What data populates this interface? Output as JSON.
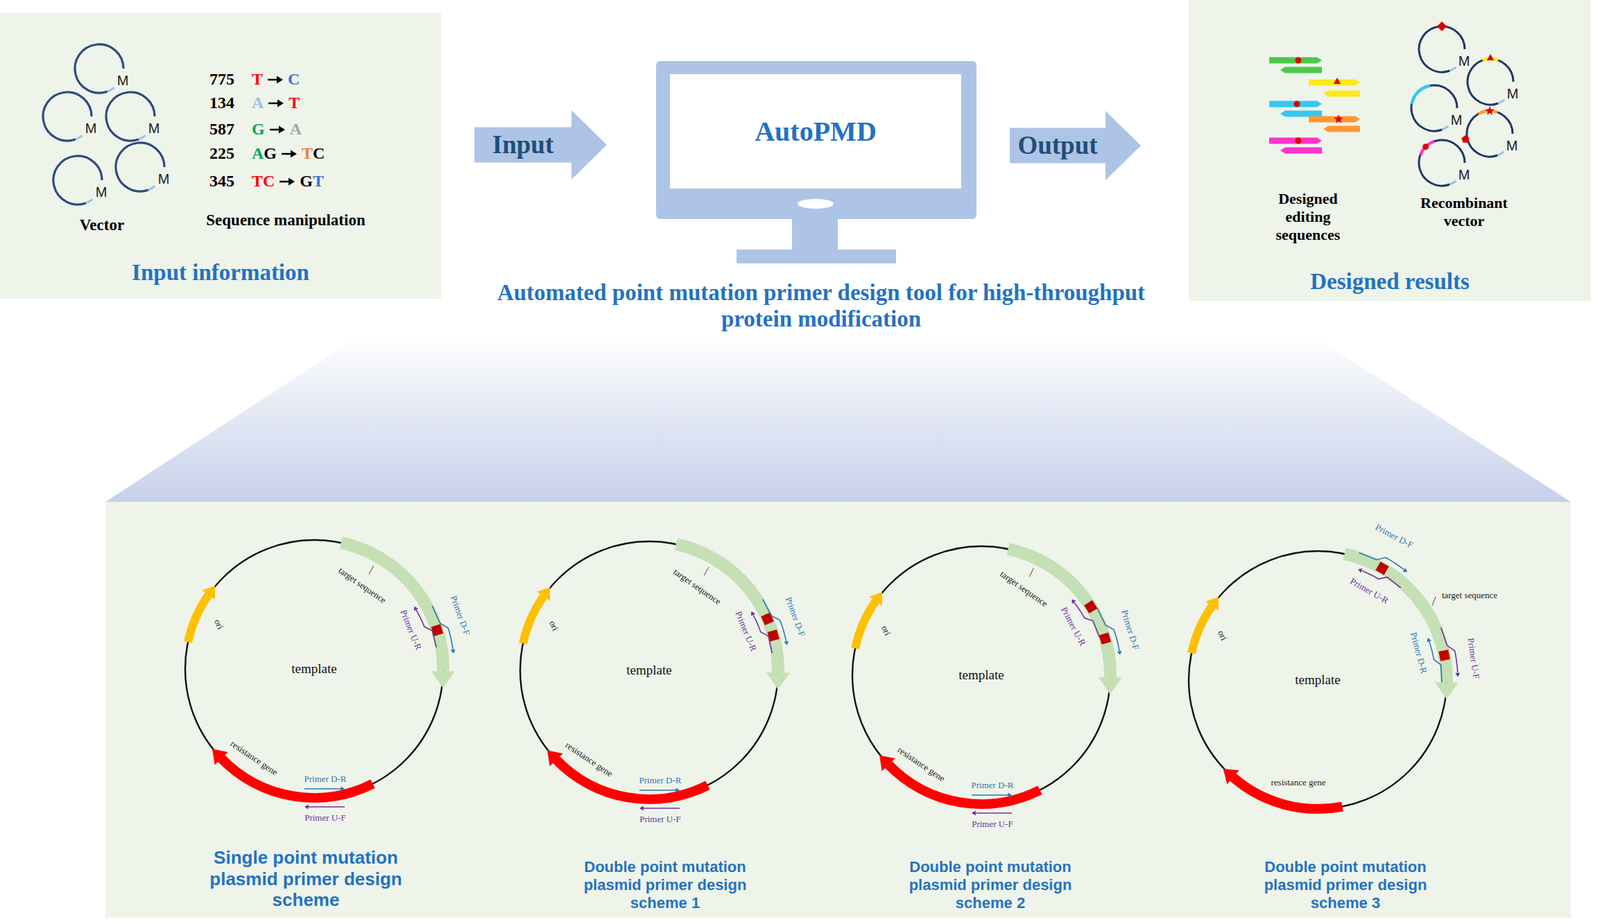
{
  "diagram": {
    "title": "Automated point mutation primer design tool for high-throughput protein modification",
    "nodes": [
      {
        "text": [
          "Input information"
        ]
      },
      {
        "text": [
          "AutoPMD"
        ]
      },
      {
        "text": [
          "Designed results"
        ]
      },
      {
        "text": [
          "template"
        ]
      },
      {
        "text": [
          "template"
        ]
      },
      {
        "text": [
          "template"
        ]
      },
      {
        "text": [
          "template"
        ]
      }
    ],
    "edges": [
      {
        "from": 0,
        "to": 1,
        "arrow": "to",
        "label": "Input"
      },
      {
        "from": 1,
        "to": 2,
        "arrow": "to",
        "label": "Output"
      }
    ],
    "labels": [
      "M",
      "M",
      "M",
      "M",
      "M",
      "Vector",
      "775",
      "T",
      "C",
      "134",
      "A",
      "T",
      "587",
      "G",
      "A",
      "225",
      "A",
      "G",
      "T",
      "C",
      "345",
      "TC",
      "G",
      "T",
      "Sequence manipulation",
      "Designed editing sequences",
      "M",
      "M",
      "M",
      "M",
      "M",
      "Recombinant vector",
      "ori",
      "target sequence",
      "Primer U-R",
      "Primer D-F",
      "resistance gene",
      "Primer D-R",
      "Primer U-F",
      "Single point mutation plasmid primer design scheme",
      "ori",
      "target sequence",
      "Primer U-R",
      "Primer D-F",
      "resistance gene",
      "Primer D-R",
      "Primer U-F",
      "Double point mutation plasmid primer design scheme 1",
      "ori",
      "target sequence",
      "Primer U-R",
      "Primer D-F",
      "resistance gene",
      "Primer D-R",
      "Primer U-F",
      "Double point mutation plasmid primer design scheme 2",
      "ori",
      "Primer D-F",
      "Primer U-R",
      "target sequence",
      "Primer D-R",
      "Primer U-F",
      "resistance gene",
      "Double point mutation plasmid primer design scheme 3"
    ]
  }
}
